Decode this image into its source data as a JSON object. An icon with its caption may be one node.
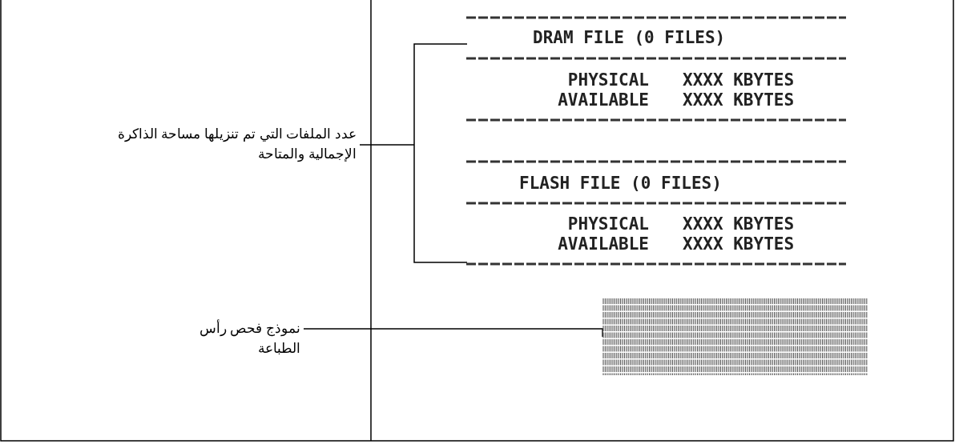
{
  "diagram": {
    "nodes": [
      {
        "text": [
          "عدد الملفات التي تم تنزيلها مساحة الذاكرة الإجمالية والمتاحة"
        ]
      },
      {
        "text": [],
        "shape": "box"
      },
      {
        "text": [
          "نموذج فحص رأس الطباعة"
        ]
      },
      {
        "text": [],
        "shape": "picture"
      }
    ],
    "edges": [
      {
        "from": 0,
        "to": 1,
        "arrow": "none"
      },
      {
        "from": 2,
        "to": 3,
        "arrow": "none"
      }
    ],
    "labels": [
      "DRAM FILE (0 FILES)",
      "PHYSICAL",
      "XXXX KBYTES",
      "AVAILABLE",
      "XXXX KBYTES",
      "FLASH FILE (0 FILES)",
      "PHYSICAL",
      "XXXX KBYTES",
      "AVAILABLE",
      "XXXX KBYTES"
    ]
  }
}
